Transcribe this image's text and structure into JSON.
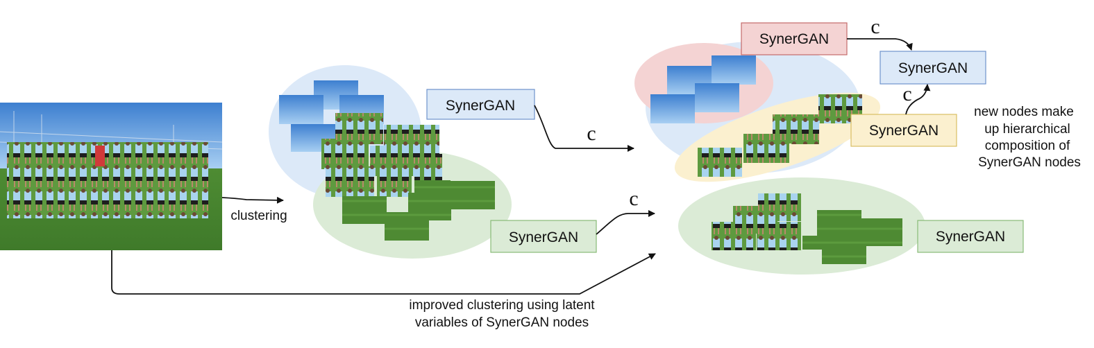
{
  "labels": {
    "clustering": "clustering",
    "improved_line1": "improved clustering using latent",
    "improved_line2": "variables of SynerGAN nodes",
    "new_nodes_line1": "new nodes make",
    "new_nodes_line2": "up hierarchical",
    "new_nodes_line3": "composition of",
    "new_nodes_line4": "SynerGAN nodes",
    "c": "c"
  },
  "nodes": {
    "mid_blue": "SynerGAN",
    "mid_green": "SynerGAN",
    "right_red": "SynerGAN",
    "right_blue": "SynerGAN",
    "right_yellow": "SynerGAN",
    "right_green": "SynerGAN"
  },
  "colors": {
    "blue_fill": "#dce9f8",
    "blue_stroke": "#6d93cc",
    "green_fill": "#dbebd6",
    "green_stroke": "#88bb77",
    "red_fill": "#f4d3d3",
    "red_stroke": "#c46a6a",
    "yellow_fill": "#fbf0cf",
    "yellow_stroke": "#d9bd63",
    "sky": "#6a9fd9",
    "grass": "#4e8a33",
    "shirt": "#a9d3ef"
  },
  "icons": {
    "photo": "team-photo-icon",
    "sky_tile": "sky-patch-icon",
    "people_tile": "people-patch-icon",
    "grass_tile": "grass-patch-icon"
  }
}
